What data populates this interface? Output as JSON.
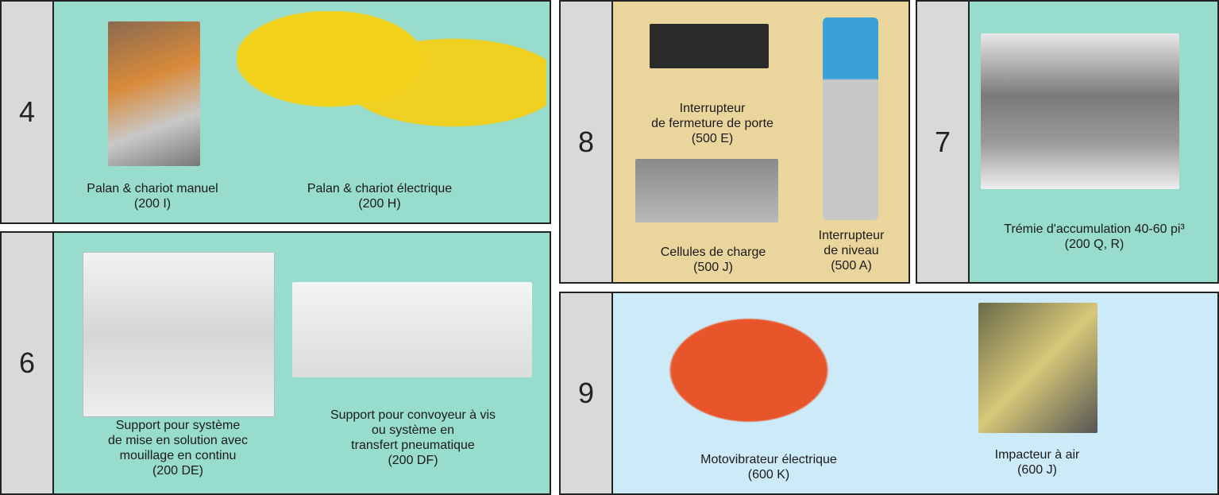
{
  "panels": [
    {
      "number": "4",
      "items": [
        {
          "label": "Palan & chariot manuel",
          "code": "(200 I)"
        },
        {
          "label": "Palan & chariot électrique",
          "code": "(200 H)"
        }
      ]
    },
    {
      "number": "6",
      "items": [
        {
          "label1": "Support pour système",
          "label2": "de mise en solution avec",
          "label3": "mouillage en continu",
          "code": "(200 DE)"
        },
        {
          "label1": "Support pour convoyeur à vis",
          "label2": "ou système en",
          "label3": "transfert pneumatique",
          "code": "(200 DF)"
        }
      ]
    },
    {
      "number": "8",
      "items": [
        {
          "label1": "Interrupteur",
          "label2": "de fermeture de porte",
          "code": "(500 E)"
        },
        {
          "label1": "Cellules de charge",
          "code": "(500 J)"
        },
        {
          "label1": "Interrupteur",
          "label2": "de niveau",
          "code": "(500 A)"
        }
      ]
    },
    {
      "number": "7",
      "items": [
        {
          "label": "Trémie d'accumulation 40-60 pi³",
          "code": "(200 Q, R)"
        }
      ]
    },
    {
      "number": "9",
      "items": [
        {
          "label": "Motovibrateur électrique",
          "code": "(600 K)"
        },
        {
          "label": "Impacteur à air",
          "code": "(600 J)"
        }
      ]
    }
  ]
}
